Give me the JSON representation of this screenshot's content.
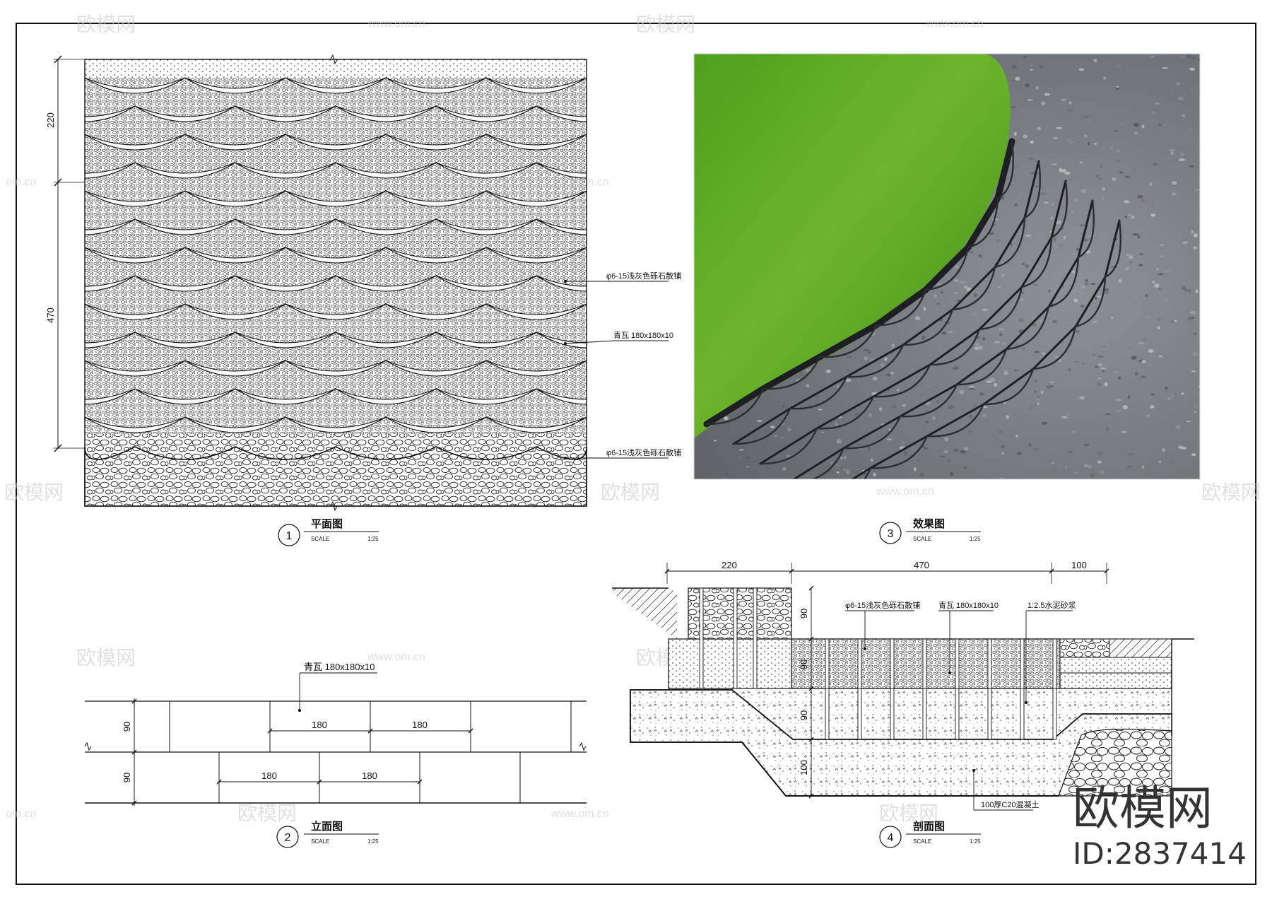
{
  "watermark": {
    "brand": "欧模网",
    "url": "www.om.cn",
    "url_fragment": "om.cn"
  },
  "branding": {
    "logo": "欧模网",
    "id": "ID:2837414"
  },
  "views": {
    "plan": {
      "number": "1",
      "title": "平面图",
      "scale_label": "SCALE",
      "scale": "1:25",
      "dims": [
        "220",
        "470"
      ],
      "notes": [
        "φ6-15浅灰色砾石散铺",
        "青瓦 180x180x10",
        "φ6-15浅灰色砾石散铺"
      ]
    },
    "photo": {
      "number": "3",
      "title": "效果图",
      "scale_label": "SCALE",
      "scale": "1:25"
    },
    "elevation": {
      "number": "2",
      "title": "立面图",
      "scale_label": "SCALE",
      "scale": "1:25",
      "note": "青瓦 180x180x10",
      "dims_h": [
        "180",
        "180",
        "180",
        "180"
      ],
      "dims_v": [
        "90",
        "90"
      ]
    },
    "section": {
      "number": "4",
      "title": "剖面图",
      "scale_label": "SCALE",
      "scale": "1:25",
      "dims_top": [
        "220",
        "470",
        "100"
      ],
      "dims_v": [
        "90",
        "90",
        "90",
        "100"
      ],
      "notes": [
        "φ6-15浅灰色砾石散铺",
        "青瓦 180x180x10",
        "1:2.5水泥砂浆",
        "100厚C20混凝土"
      ]
    }
  }
}
